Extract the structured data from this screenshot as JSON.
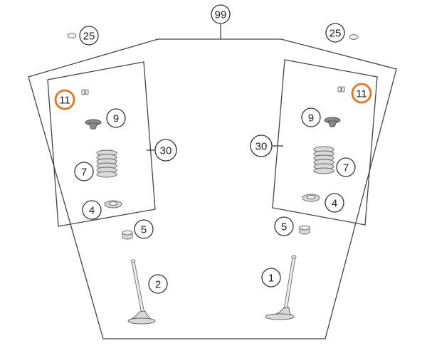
{
  "diagram": {
    "callouts": {
      "main_assembly": "99",
      "valve_cotter_left": "11",
      "valve_cotter_right": "11",
      "spring_retainer_left": "9",
      "spring_retainer_right": "9",
      "valve_spring_left": "7",
      "valve_spring_right": "7",
      "spring_seat_left": "4",
      "spring_seat_right": "4",
      "valve_tappet_left": "5",
      "valve_tappet_right": "5",
      "valve_set_left": "30",
      "valve_set_right": "30",
      "shim_left": "25",
      "shim_right": "25",
      "exhaust_valve": "2",
      "intake_valve": "1"
    },
    "colors": {
      "highlight": "#e8731f",
      "outline": "#444444",
      "part": "#d9d9d9"
    }
  }
}
